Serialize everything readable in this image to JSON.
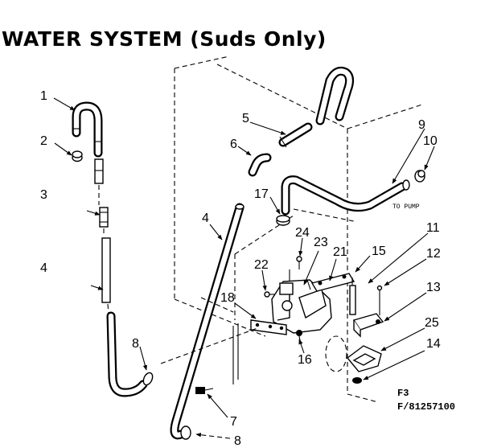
{
  "title": "WATER SYSTEM (Suds Only)",
  "pump_note": "TO PUMP",
  "figure_code": "F3",
  "part_number": "F/81257100",
  "callouts": [
    "1",
    "2",
    "3",
    "4",
    "4",
    "5",
    "6",
    "7",
    "8",
    "8",
    "9",
    "10",
    "11",
    "12",
    "13",
    "14",
    "15",
    "16",
    "17",
    "18",
    "21",
    "22",
    "23",
    "24",
    "25"
  ]
}
